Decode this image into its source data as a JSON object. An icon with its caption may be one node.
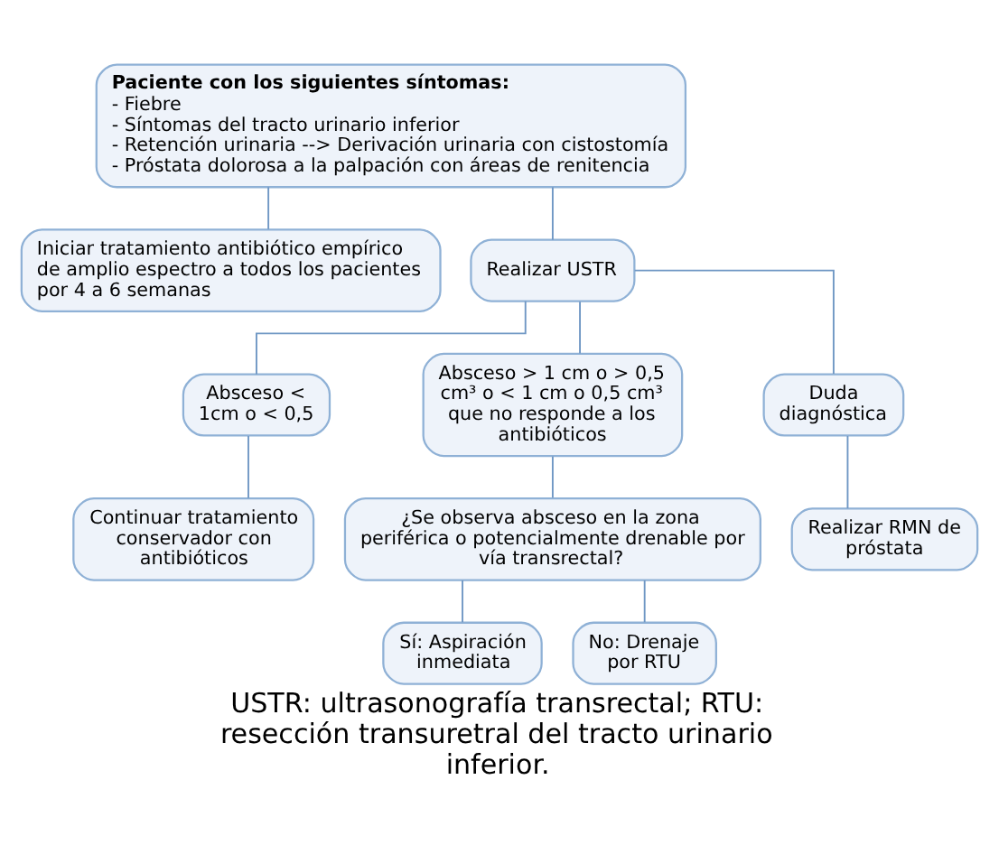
{
  "diagram": {
    "caption": "USTR: ultrasonografía transrectal; RTU: resección transuretral del tracto urinario inferior.",
    "nodes": [
      {
        "text": [
          "Paciente con los siguientes síntomas:",
          "- Fiebre",
          "- Síntomas del tracto urinario inferior",
          "- Retención urinaria --> Derivación urinaria con cistostomía",
          "- Próstata dolorosa a la palpación con áreas de renitencia"
        ]
      },
      {
        "text": [
          "Iniciar tratamiento antibiótico empírico de amplio espectro a todos los pacientes por 4 a 6 semanas"
        ]
      },
      {
        "text": [
          "Realizar USTR"
        ]
      },
      {
        "text": [
          "Absceso < 1cm o < 0,5"
        ]
      },
      {
        "text": [
          "Absceso > 1 cm o > 0,5 cm³ o < 1 cm o 0,5 cm³ que no responde a los antibióticos"
        ]
      },
      {
        "text": [
          "Duda diagnóstica"
        ]
      },
      {
        "text": [
          "Continuar tratamiento conservador con antibióticos"
        ]
      },
      {
        "text": [
          "¿Se observa absceso en la zona periférica o potencialmente drenable por vía transrectal?"
        ]
      },
      {
        "text": [
          "Realizar RMN de próstata"
        ]
      },
      {
        "text": [
          "Sí: Aspiración inmediata"
        ]
      },
      {
        "text": [
          "No: Drenaje por RTU"
        ]
      }
    ],
    "edges": [
      {
        "from": 0,
        "to": 1,
        "arrow": "none"
      },
      {
        "from": 0,
        "to": 2,
        "arrow": "none"
      },
      {
        "from": 2,
        "to": 3,
        "arrow": "none"
      },
      {
        "from": 2,
        "to": 4,
        "arrow": "none"
      },
      {
        "from": 2,
        "to": 5,
        "arrow": "none"
      },
      {
        "from": 3,
        "to": 6,
        "arrow": "none"
      },
      {
        "from": 4,
        "to": 7,
        "arrow": "none"
      },
      {
        "from": 5,
        "to": 8,
        "arrow": "none"
      },
      {
        "from": 7,
        "to": 9,
        "arrow": "none"
      },
      {
        "from": 7,
        "to": 10,
        "arrow": "none"
      }
    ]
  }
}
